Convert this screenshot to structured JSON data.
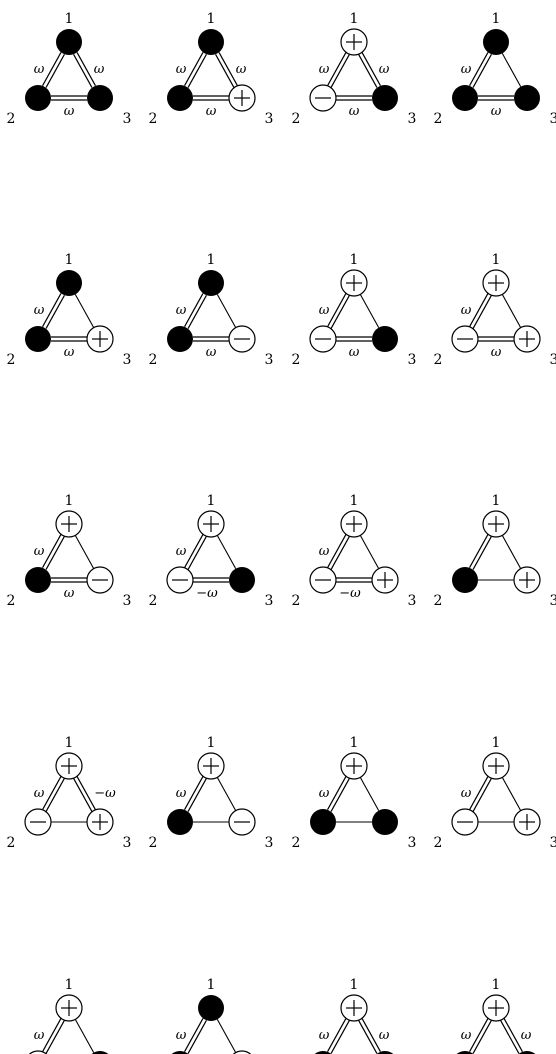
{
  "vertex_labels": [
    "1",
    "2",
    "3"
  ],
  "diagrams": [
    {
      "nodes": [
        "filled",
        "filled",
        "filled"
      ],
      "edges": [
        {
          "between": [
            "1",
            "2"
          ],
          "line": "double",
          "label": "ω"
        },
        {
          "between": [
            "1",
            "3"
          ],
          "line": "double",
          "label": "ω"
        },
        {
          "between": [
            "2",
            "3"
          ],
          "line": "double",
          "label": "ω"
        }
      ]
    },
    {
      "nodes": [
        "filled",
        "filled",
        "+"
      ],
      "edges": [
        {
          "between": [
            "1",
            "2"
          ],
          "line": "double",
          "label": "ω"
        },
        {
          "between": [
            "1",
            "3"
          ],
          "line": "double",
          "label": "ω"
        },
        {
          "between": [
            "2",
            "3"
          ],
          "line": "double",
          "label": "ω"
        }
      ]
    },
    {
      "nodes": [
        "+",
        "−",
        "filled"
      ],
      "edges": [
        {
          "between": [
            "1",
            "2"
          ],
          "line": "double",
          "label": "ω"
        },
        {
          "between": [
            "1",
            "3"
          ],
          "line": "double",
          "label": "ω"
        },
        {
          "between": [
            "2",
            "3"
          ],
          "line": "double",
          "label": "ω"
        }
      ]
    },
    {
      "nodes": [
        "filled",
        "filled",
        "filled"
      ],
      "edges": [
        {
          "between": [
            "1",
            "2"
          ],
          "line": "double",
          "label": "ω"
        },
        {
          "between": [
            "1",
            "3"
          ],
          "line": "single",
          "label": ""
        },
        {
          "between": [
            "2",
            "3"
          ],
          "line": "double",
          "label": "ω"
        }
      ]
    },
    {
      "nodes": [
        "filled",
        "filled",
        "+"
      ],
      "edges": [
        {
          "between": [
            "1",
            "2"
          ],
          "line": "double",
          "label": "ω"
        },
        {
          "between": [
            "1",
            "3"
          ],
          "line": "single",
          "label": ""
        },
        {
          "between": [
            "2",
            "3"
          ],
          "line": "double",
          "label": "ω"
        }
      ]
    },
    {
      "nodes": [
        "filled",
        "filled",
        "−"
      ],
      "edges": [
        {
          "between": [
            "1",
            "2"
          ],
          "line": "double",
          "label": "ω"
        },
        {
          "between": [
            "1",
            "3"
          ],
          "line": "single",
          "label": ""
        },
        {
          "between": [
            "2",
            "3"
          ],
          "line": "double",
          "label": "ω"
        }
      ]
    },
    {
      "nodes": [
        "+",
        "−",
        "filled"
      ],
      "edges": [
        {
          "between": [
            "1",
            "2"
          ],
          "line": "double",
          "label": "ω"
        },
        {
          "between": [
            "1",
            "3"
          ],
          "line": "single",
          "label": ""
        },
        {
          "between": [
            "2",
            "3"
          ],
          "line": "double",
          "label": "ω"
        }
      ]
    },
    {
      "nodes": [
        "+",
        "−",
        "+"
      ],
      "edges": [
        {
          "between": [
            "1",
            "2"
          ],
          "line": "double",
          "label": "ω"
        },
        {
          "between": [
            "1",
            "3"
          ],
          "line": "single",
          "label": ""
        },
        {
          "between": [
            "2",
            "3"
          ],
          "line": "double",
          "label": "ω"
        }
      ]
    },
    {
      "nodes": [
        "+",
        "filled",
        "−"
      ],
      "edges": [
        {
          "between": [
            "1",
            "2"
          ],
          "line": "double",
          "label": "ω"
        },
        {
          "between": [
            "1",
            "3"
          ],
          "line": "single",
          "label": ""
        },
        {
          "between": [
            "2",
            "3"
          ],
          "line": "double",
          "label": "ω"
        }
      ]
    },
    {
      "nodes": [
        "+",
        "−",
        "filled"
      ],
      "edges": [
        {
          "between": [
            "1",
            "2"
          ],
          "line": "double",
          "label": "ω"
        },
        {
          "between": [
            "1",
            "3"
          ],
          "line": "single",
          "label": ""
        },
        {
          "between": [
            "2",
            "3"
          ],
          "line": "double",
          "label": "−ω"
        }
      ]
    },
    {
      "nodes": [
        "+",
        "−",
        "+"
      ],
      "edges": [
        {
          "between": [
            "1",
            "2"
          ],
          "line": "double",
          "label": "ω"
        },
        {
          "between": [
            "1",
            "3"
          ],
          "line": "single",
          "label": ""
        },
        {
          "between": [
            "2",
            "3"
          ],
          "line": "double",
          "label": "−ω"
        }
      ]
    },
    {
      "nodes": [
        "+",
        "filled",
        "+"
      ],
      "edges": [
        {
          "between": [
            "1",
            "2"
          ],
          "line": "double",
          "label": ""
        },
        {
          "between": [
            "1",
            "3"
          ],
          "line": "single",
          "label": ""
        },
        {
          "between": [
            "2",
            "3"
          ],
          "line": "single",
          "label": ""
        }
      ]
    },
    {
      "nodes": [
        "+",
        "−",
        "+"
      ],
      "edges": [
        {
          "between": [
            "1",
            "2"
          ],
          "line": "double",
          "label": "ω"
        },
        {
          "between": [
            "1",
            "3"
          ],
          "line": "double",
          "label": "−ω"
        },
        {
          "between": [
            "2",
            "3"
          ],
          "line": "single",
          "label": ""
        }
      ]
    },
    {
      "nodes": [
        "+",
        "filled",
        "−"
      ],
      "edges": [
        {
          "between": [
            "1",
            "2"
          ],
          "line": "double",
          "label": "ω"
        },
        {
          "between": [
            "1",
            "3"
          ],
          "line": "single",
          "label": ""
        },
        {
          "between": [
            "2",
            "3"
          ],
          "line": "single",
          "label": ""
        }
      ]
    },
    {
      "nodes": [
        "+",
        "filled",
        "filled"
      ],
      "edges": [
        {
          "between": [
            "1",
            "2"
          ],
          "line": "double",
          "label": "ω"
        },
        {
          "between": [
            "1",
            "3"
          ],
          "line": "single",
          "label": ""
        },
        {
          "between": [
            "2",
            "3"
          ],
          "line": "single",
          "label": ""
        }
      ]
    },
    {
      "nodes": [
        "+",
        "−",
        "+"
      ],
      "edges": [
        {
          "between": [
            "1",
            "2"
          ],
          "line": "double",
          "label": "ω"
        },
        {
          "between": [
            "1",
            "3"
          ],
          "line": "single",
          "label": ""
        },
        {
          "between": [
            "2",
            "3"
          ],
          "line": "single",
          "label": ""
        }
      ]
    },
    {
      "nodes": [
        "+",
        "−",
        "filled"
      ],
      "edges": [
        {
          "between": [
            "1",
            "2"
          ],
          "line": "double",
          "label": "ω"
        },
        {
          "between": [
            "1",
            "3"
          ],
          "line": "single",
          "label": ""
        },
        {
          "between": [
            "2",
            "3"
          ],
          "line": "single",
          "label": ""
        }
      ]
    },
    {
      "nodes": [
        "filled",
        "filled",
        "+"
      ],
      "edges": [
        {
          "between": [
            "1",
            "2"
          ],
          "line": "double",
          "label": "ω"
        },
        {
          "between": [
            "1",
            "3"
          ],
          "line": "single",
          "label": ""
        },
        {
          "between": [
            "2",
            "3"
          ],
          "line": "single",
          "label": ""
        }
      ]
    },
    {
      "nodes": [
        "+",
        "filled",
        "filled"
      ],
      "edges": [
        {
          "between": [
            "1",
            "2"
          ],
          "line": "double",
          "label": "ω"
        },
        {
          "between": [
            "1",
            "3"
          ],
          "line": "double",
          "label": "ω"
        },
        {
          "between": [
            "2",
            "3"
          ],
          "line": "single",
          "label": ""
        }
      ]
    },
    {
      "nodes": [
        "+",
        "filled",
        "filled"
      ],
      "edges": [
        {
          "between": [
            "1",
            "2"
          ],
          "line": "double",
          "label": "ω"
        },
        {
          "between": [
            "1",
            "3"
          ],
          "line": "double",
          "label": "ω"
        },
        {
          "between": [
            "2",
            "3"
          ],
          "line": "dashed",
          "label": ""
        }
      ]
    }
  ]
}
